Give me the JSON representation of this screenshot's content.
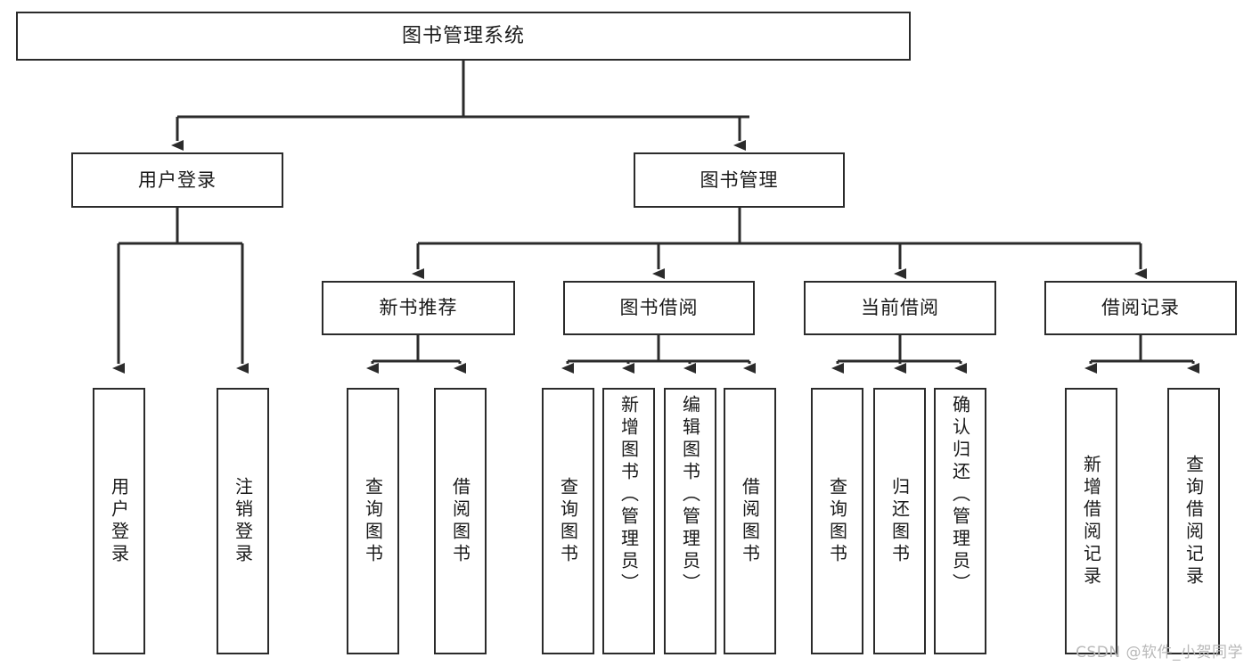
{
  "diagram": {
    "title": "图书管理系统",
    "type": "tree-hierarchy-chart",
    "watermark": "CSDN @软件_小贺同学",
    "colors": {
      "stroke": "#2b2b2b",
      "fill": "#ffffff",
      "text": "#1a1a1a",
      "watermark": "#b9b9b9"
    },
    "root": {
      "label": "图书管理系统"
    },
    "level2": [
      {
        "label": "用户登录"
      },
      {
        "label": "图书管理"
      }
    ],
    "level3": [
      {
        "label": "新书推荐"
      },
      {
        "label": "图书借阅"
      },
      {
        "label": "当前借阅"
      },
      {
        "label": "借阅记录"
      }
    ],
    "leaves": [
      {
        "label": "用户登录"
      },
      {
        "label": "注销登录"
      },
      {
        "label": "查询图书"
      },
      {
        "label": "借阅图书"
      },
      {
        "label": "查询图书"
      },
      {
        "label": "新增图书（管理员）"
      },
      {
        "label": "编辑图书（管理员）"
      },
      {
        "label": "借阅图书"
      },
      {
        "label": "查询图书"
      },
      {
        "label": "归还图书"
      },
      {
        "label": "确认归还（管理员）"
      },
      {
        "label": "新增借阅记录"
      },
      {
        "label": "查询借阅记录"
      }
    ]
  }
}
